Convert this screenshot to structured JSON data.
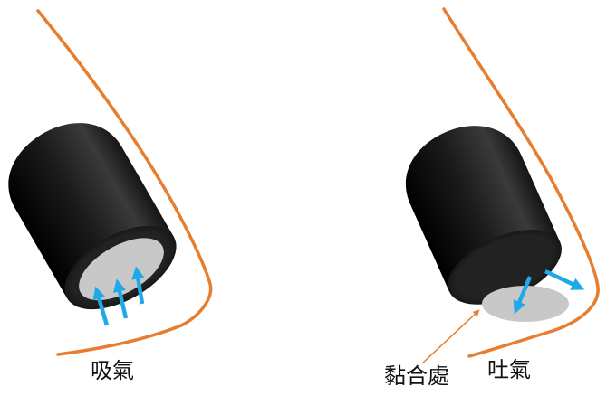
{
  "labels": {
    "inhale": "吸氣",
    "exhale": "吐氣",
    "seal_point": "黏合處"
  },
  "colors": {
    "skin_outline": "#E77D2E",
    "airflow_arrow": "#1FA9E8",
    "annotation_arrow": "#E77D2E",
    "tip_body": "#111111",
    "tip_opening": "#C8C8C8",
    "background": "#FFFFFF"
  },
  "panels": [
    {
      "name": "inhale",
      "arrow_direction": "up",
      "arrow_count": 3
    },
    {
      "name": "exhale",
      "arrow_direction": "out",
      "arrow_count": 2
    }
  ]
}
